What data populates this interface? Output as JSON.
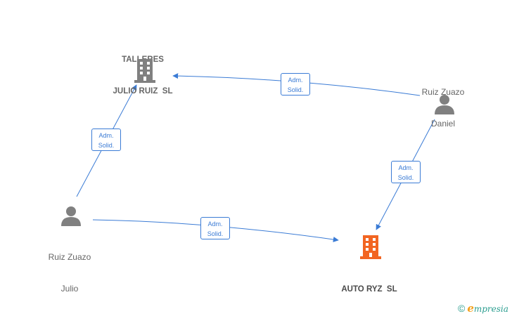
{
  "nodes": {
    "talleres": {
      "line1": "TALLERES",
      "line2": "JULIO RUIZ  SL",
      "type": "company",
      "color": "#808080"
    },
    "auto_ryz": {
      "line1": "AUTO RYZ  SL",
      "type": "company",
      "color": "#f26522"
    },
    "daniel": {
      "line1": "Ruiz Zuazo",
      "line2": "Daniel",
      "type": "person",
      "color": "#808080"
    },
    "julio": {
      "line1": "Ruiz Zuazo",
      "line2": "Julio",
      "type": "person",
      "color": "#808080"
    }
  },
  "edges": [
    {
      "from": "daniel",
      "to": "talleres",
      "label1": "Adm.",
      "label2": "Solid."
    },
    {
      "from": "daniel",
      "to": "auto_ryz",
      "label1": "Adm.",
      "label2": "Solid."
    },
    {
      "from": "julio",
      "to": "talleres",
      "label1": "Adm.",
      "label2": "Solid."
    },
    {
      "from": "julio",
      "to": "auto_ryz",
      "label1": "Adm.",
      "label2": "Solid."
    }
  ],
  "edge_color": "#3a7bd5",
  "brand": {
    "copyright": "©",
    "e": "e",
    "rest": "mpresia"
  }
}
